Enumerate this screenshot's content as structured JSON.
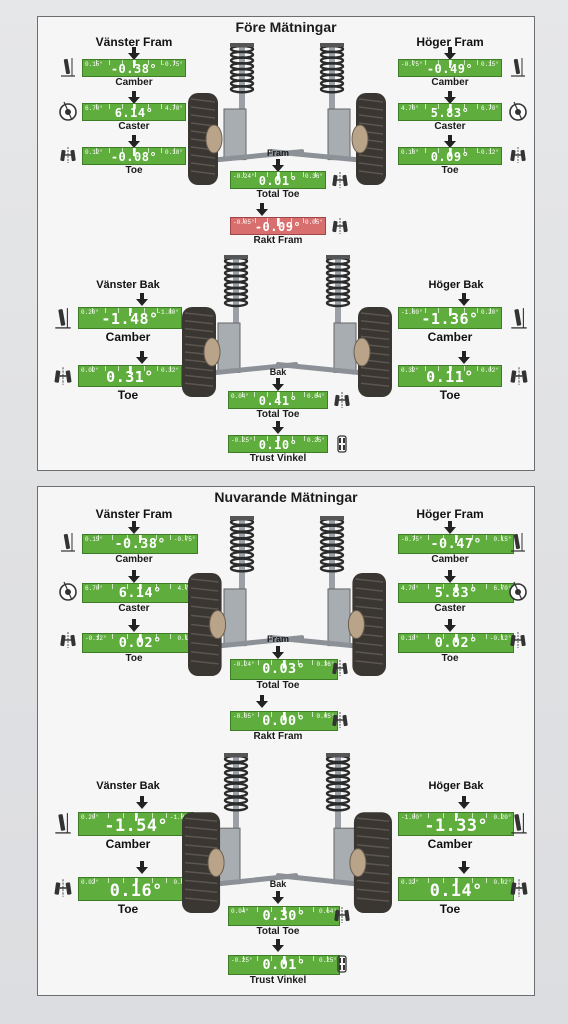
{
  "panels": [
    {
      "title": "Före Mätningar",
      "front_left_heading": "Vänster Fram",
      "front_right_heading": "Höger Fram",
      "rear_left_heading": "Vänster Bak",
      "rear_right_heading": "Höger Bak",
      "fram_label": "Fram",
      "bak_label": "Bak",
      "front_left": {
        "camber": {
          "label": "Camber",
          "value": "-0.38°",
          "min": "0.15°",
          "max": "-0.75°"
        },
        "caster": {
          "label": "Caster",
          "value": "6.14°",
          "min": "6.70°",
          "max": "4.70°"
        },
        "toe": {
          "label": "Toe",
          "value": "-0.08°",
          "min": "0.12°",
          "max": "0.18°"
        }
      },
      "front_right": {
        "camber": {
          "label": "Camber",
          "value": "-0.49°",
          "min": "-0.75°",
          "max": "0.15°"
        },
        "caster": {
          "label": "Caster",
          "value": "5.83°",
          "min": "4.70°",
          "max": "6.70°"
        },
        "toe": {
          "label": "Toe",
          "value": "0.09°",
          "min": "0.18°",
          "max": "-0.12°"
        }
      },
      "total_toe": {
        "label": "Total Toe",
        "value": "0.01°",
        "min": "-0.24°",
        "max": "0.36°"
      },
      "rakt_fram": {
        "label": "Rakt Fram",
        "value": "-0.09°",
        "min": "-0.05°",
        "max": "0.05°",
        "status": "out"
      },
      "rear_left": {
        "camber": {
          "label": "Camber",
          "value": "-1.48°",
          "min": "0.20°",
          "max": "-1.80°"
        },
        "toe": {
          "label": "Toe",
          "value": "0.31°",
          "min": "0.02°",
          "max": "0.32°"
        }
      },
      "rear_right": {
        "camber": {
          "label": "Camber",
          "value": "-1.36°",
          "min": "-1.80°",
          "max": "0.20°"
        },
        "toe": {
          "label": "Toe",
          "value": "0.11°",
          "min": "0.32°",
          "max": "0.02°"
        }
      },
      "rear_total_toe": {
        "label": "Total Toe",
        "value": "0.41°",
        "min": "0.04°",
        "max": "0.64°"
      },
      "thrust": {
        "label": "Trust Vinkel",
        "value": "0.10°",
        "min": "-0.25°",
        "max": "0.25°"
      }
    },
    {
      "title": "Nuvarande Mätningar",
      "front_left_heading": "Vänster Fram",
      "front_right_heading": "Höger Fram",
      "rear_left_heading": "Vänster Bak",
      "rear_right_heading": "Höger Bak",
      "fram_label": "Fram",
      "bak_label": "Bak",
      "front_left": {
        "camber": {
          "label": "Camber",
          "value": "-0.38°",
          "min": "0.15°",
          "max": "-0.75°"
        },
        "caster": {
          "label": "Caster",
          "value": "6.14°",
          "min": "6.70°",
          "max": "4.70°"
        },
        "toe": {
          "label": "Toe",
          "value": "0.02°",
          "min": "-0.12°",
          "max": "0.18°"
        }
      },
      "front_right": {
        "camber": {
          "label": "Camber",
          "value": "-0.47°",
          "min": "-0.75°",
          "max": "0.15°"
        },
        "caster": {
          "label": "Caster",
          "value": "5.83°",
          "min": "4.70°",
          "max": "6.70°"
        },
        "toe": {
          "label": "Toe",
          "value": "0.02°",
          "min": "0.18°",
          "max": "-0.12°"
        }
      },
      "total_toe": {
        "label": "Total Toe",
        "value": "0.03°",
        "min": "-0.24°",
        "max": "0.36°"
      },
      "rakt_fram": {
        "label": "Rakt Fram",
        "value": "0.00°",
        "min": "-0.05°",
        "max": "0.05°",
        "status": "ok"
      },
      "rear_left": {
        "camber": {
          "label": "Camber",
          "value": "-1.54°",
          "min": "0.20°",
          "max": "-1.80°"
        },
        "toe": {
          "label": "Toe",
          "value": "0.16°",
          "min": "0.02°",
          "max": "0.32°"
        }
      },
      "rear_right": {
        "camber": {
          "label": "Camber",
          "value": "-1.33°",
          "min": "-1.80°",
          "max": "0.20°"
        },
        "toe": {
          "label": "Toe",
          "value": "0.14°",
          "min": "0.32°",
          "max": "0.02°"
        }
      },
      "rear_total_toe": {
        "label": "Total Toe",
        "value": "0.30°",
        "min": "0.04°",
        "max": "0.64°"
      },
      "thrust": {
        "label": "Trust Vinkel",
        "value": "0.01°",
        "min": "-0.25°",
        "max": "0.25°"
      }
    }
  ],
  "colors": {
    "gauge_ok": "#5fae3d",
    "gauge_out": "#d86e6e",
    "panel_bg": "#f6f6f7",
    "paper": "#e2e3e5"
  },
  "icons": [
    "camber-icon",
    "caster-icon",
    "toe-icon",
    "thrust-icon",
    "suspension-strut-icon",
    "wheel-icon"
  ]
}
